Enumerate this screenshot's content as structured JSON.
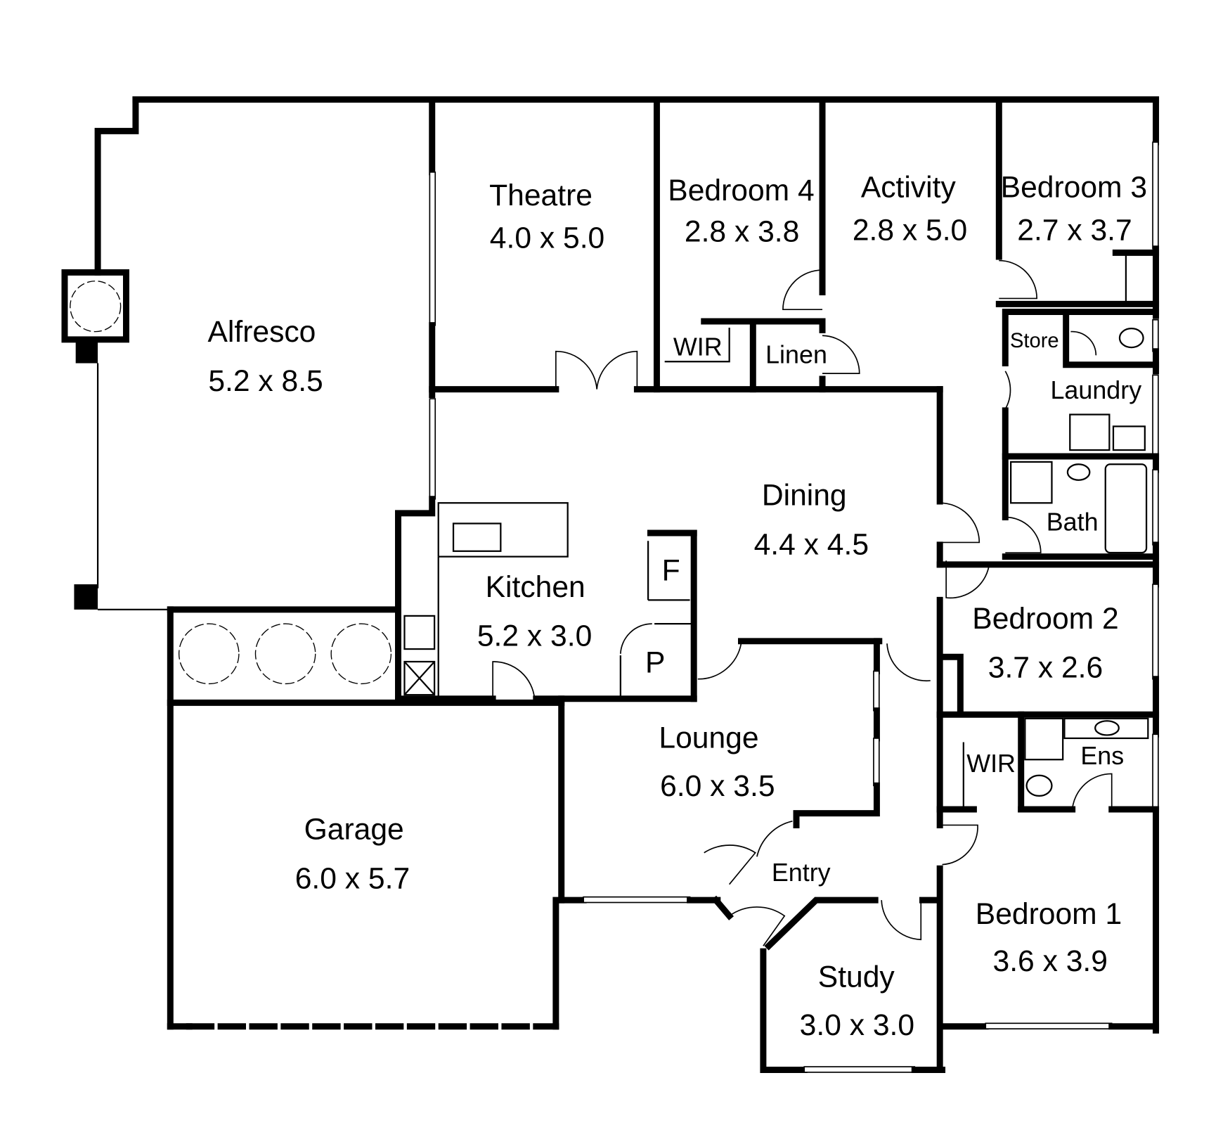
{
  "rooms": [
    {
      "name": "Alfresco",
      "size": "5.2 x 8.5"
    },
    {
      "name": "Theatre",
      "size": "4.0 x 5.0"
    },
    {
      "name": "Bedroom 4",
      "size": "2.8 x 3.8"
    },
    {
      "name": "Activity",
      "size": "2.8 x 5.0"
    },
    {
      "name": "Bedroom 3",
      "size": "2.7 x 3.7"
    },
    {
      "name": "Dining",
      "size": "4.4 x 4.5"
    },
    {
      "name": "Kitchen",
      "size": "5.2 x 3.0"
    },
    {
      "name": "Bedroom 2",
      "size": "3.7 x 2.6"
    },
    {
      "name": "Lounge",
      "size": "6.0 x 3.5"
    },
    {
      "name": "Garage",
      "size": "6.0 x 5.7"
    },
    {
      "name": "Bedroom 1",
      "size": "3.6 x 3.9"
    },
    {
      "name": "Study",
      "size": "3.0 x 3.0"
    }
  ],
  "minor_labels": {
    "wir_bed4": "WIR",
    "linen": "Linen",
    "store": "Store",
    "laundry": "Laundry",
    "bath": "Bath",
    "fridge": "F",
    "pantry": "P",
    "wir_bed1": "WIR",
    "ensuite": "Ens",
    "entry": "Entry"
  }
}
